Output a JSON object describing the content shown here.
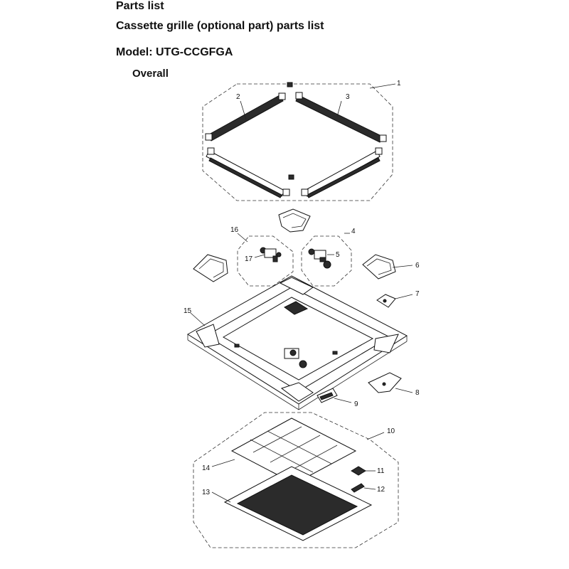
{
  "header": {
    "title": "Parts list",
    "subtitle": "Cassette grille (optional part) parts list",
    "model": "Model: UTG-CCGFGA",
    "section": "Overall"
  },
  "callouts": {
    "c1": "1",
    "c2": "2",
    "c3": "3",
    "c4": "4",
    "c5": "5",
    "c6": "6",
    "c7": "7",
    "c8": "8",
    "c9": "9",
    "c10": "10",
    "c11": "11",
    "c12": "12",
    "c13": "13",
    "c14": "14",
    "c15": "15",
    "c16": "16",
    "c17": "17"
  }
}
